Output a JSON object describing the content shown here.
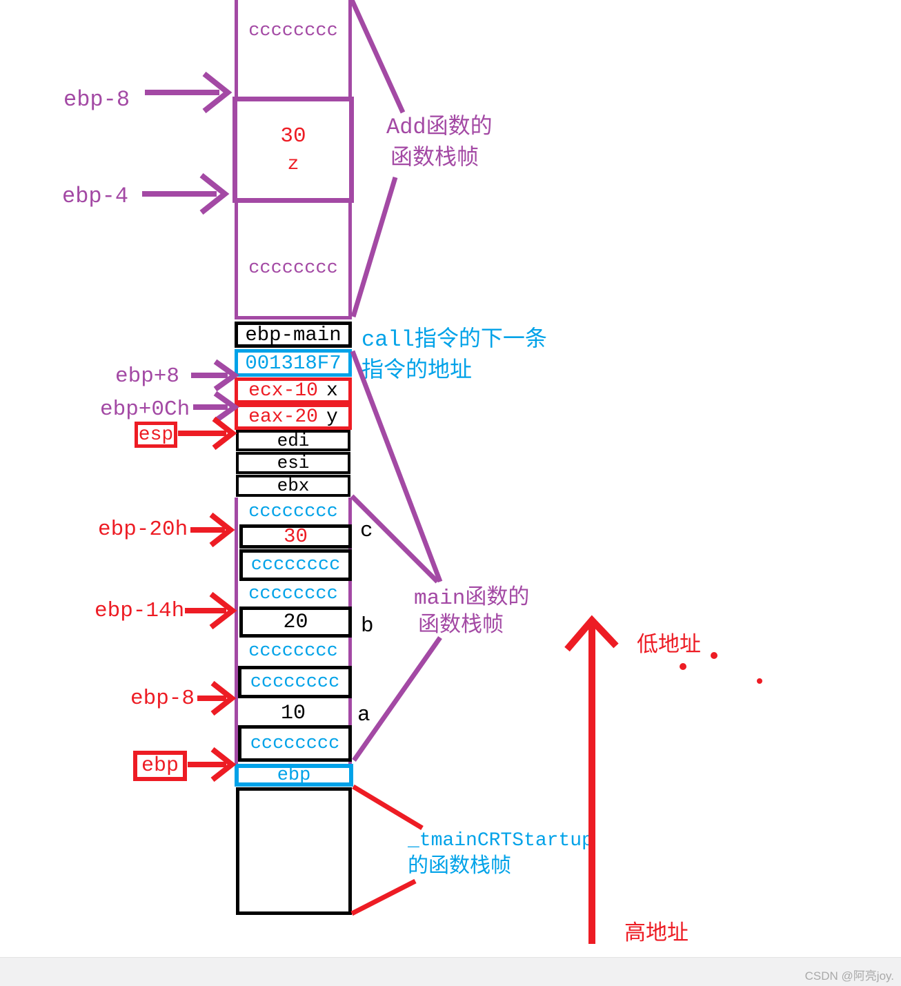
{
  "column": {
    "top_cc": "cccccccc",
    "z_val": "30",
    "z_var": "z",
    "cc2": "cccccccc",
    "ebp_main": "ebp-main",
    "ret_addr": "001318F7",
    "x_reg": "ecx-10",
    "x_var": "x",
    "y_reg": "eax-20",
    "y_var": "y",
    "edi": "edi",
    "esi": "esi",
    "ebx": "ebx",
    "cc3": "cccccccc",
    "c_val": "30",
    "var_c": "c",
    "cc4": "cccccccc",
    "cc5": "cccccccc",
    "b_val": "20",
    "var_b": "b",
    "cc6": "cccccccc",
    "cc7": "cccccccc",
    "a_val": "10",
    "var_a": "a",
    "cc8": "cccccccc",
    "saved_ebp": "ebp"
  },
  "pointers": {
    "add_ebp_minus_8": "ebp-8",
    "add_ebp_minus_4": "ebp-4",
    "ebp_plus_8": "ebp+8",
    "ebp_plus_0ch": "ebp+0Ch",
    "esp": "esp",
    "ebp_minus_20h": "ebp-20h",
    "ebp_minus_14h": "ebp-14h",
    "main_ebp_minus_8": "ebp-8",
    "ebp": "ebp"
  },
  "annotations": {
    "add_frame_line1": "Add函数的",
    "add_frame_line2": "函数栈帧",
    "call_line1": "call指令的下一条",
    "call_line2": "指令的地址",
    "main_frame_line1": "main函数的",
    "main_frame_line2": "函数栈帧",
    "crt_line1": "_tmainCRTStartup",
    "crt_line2": "的函数栈帧",
    "low_addr": "低地址",
    "high_addr": "高地址"
  },
  "watermark": "CSDN @阿亮joy.",
  "colors": {
    "purple": "#A349A4",
    "red": "#ED1C24",
    "blue": "#00A2E8",
    "black": "#000000"
  }
}
